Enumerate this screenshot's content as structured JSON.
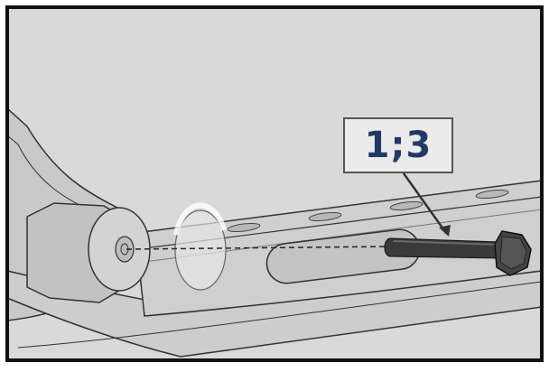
{
  "callout": {
    "label": "1;3"
  },
  "colors": {
    "background": "#d9d9d9",
    "frame": "#111111",
    "part_fill": "#cfcfcf",
    "part_shadow": "#b5b5b5",
    "bolt": "#3a3a3a",
    "callout_text": "#1f3a66"
  },
  "parts": [
    {
      "name": "rail-bar"
    },
    {
      "name": "round-bushing"
    },
    {
      "name": "washer-disc"
    },
    {
      "name": "hex-bolt"
    }
  ]
}
